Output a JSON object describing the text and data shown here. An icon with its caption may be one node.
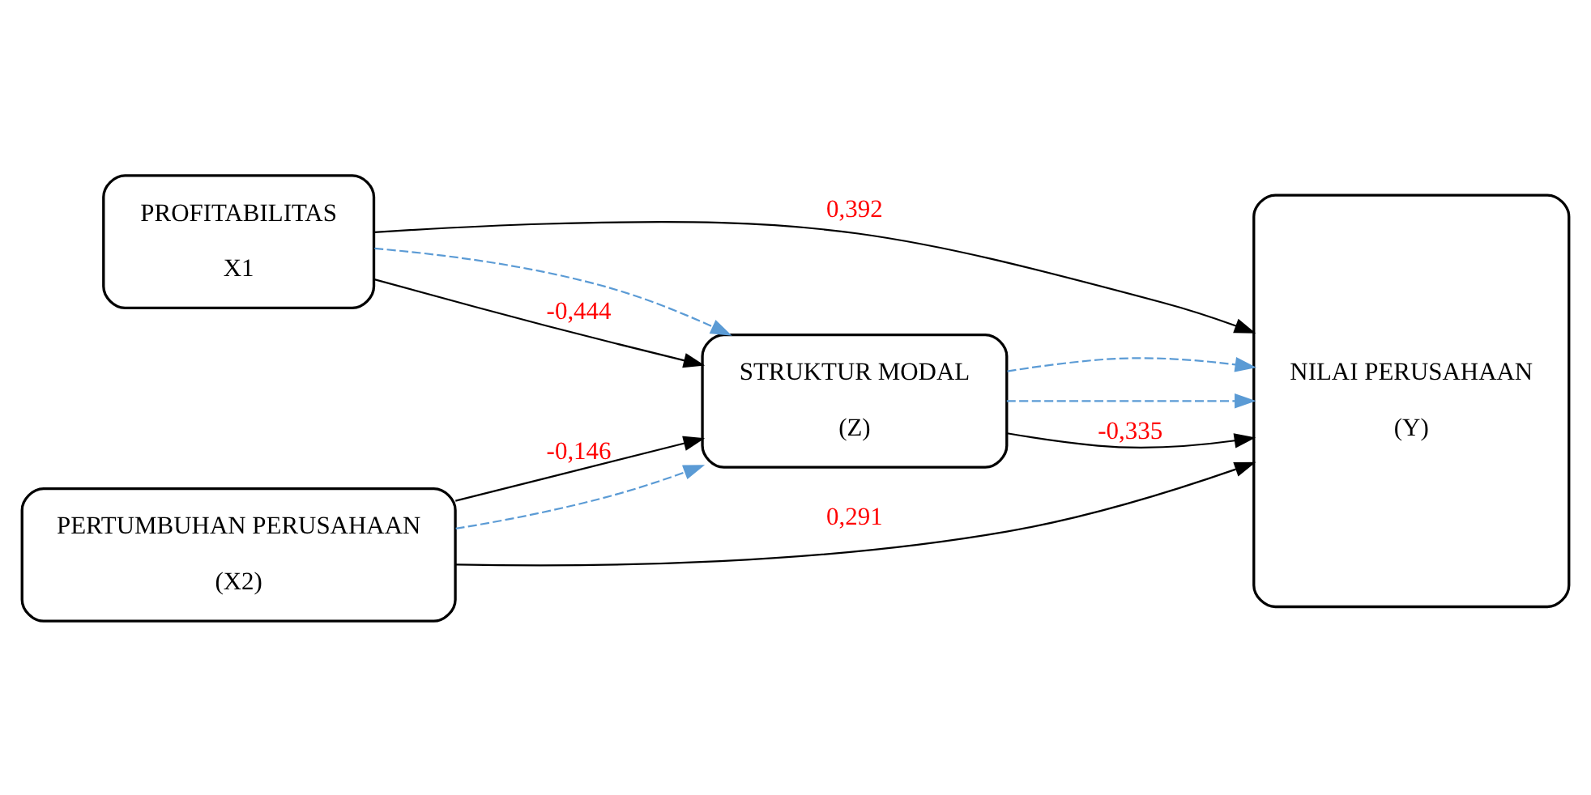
{
  "diagram": {
    "nodes": [
      {
        "text": [
          "PROFITABILITAS",
          "X1"
        ]
      },
      {
        "text": [
          "STRUKTUR MODAL",
          "(Z)"
        ]
      },
      {
        "text": [
          "NILAI PERUSAHAAN",
          "(Y)"
        ]
      },
      {
        "text": [
          "PERTUMBUHAN PERUSAHAAN",
          "(X2)"
        ]
      }
    ],
    "edges": [
      {
        "from": 0,
        "to": 2,
        "arrow": "to",
        "label": "0,392"
      },
      {
        "from": 0,
        "to": 1,
        "arrow": "to",
        "style": "dashed",
        "color": "#5b9bd5"
      },
      {
        "from": 1,
        "to": 2,
        "arrow": "to",
        "style": "dashed",
        "color": "#5b9bd5"
      },
      {
        "from": 0,
        "to": 1,
        "arrow": "to",
        "label": "-0,444"
      },
      {
        "from": 3,
        "to": 1,
        "arrow": "to",
        "label": "-0,146"
      },
      {
        "from": 1,
        "to": 2,
        "arrow": "to",
        "label": "-0,335"
      },
      {
        "from": 3,
        "to": 1,
        "arrow": "to",
        "style": "dashed",
        "color": "#5b9bd5"
      },
      {
        "from": 1,
        "to": 2,
        "arrow": "to",
        "style": "dashed",
        "color": "#5b9bd5"
      },
      {
        "from": 3,
        "to": 2,
        "arrow": "to",
        "label": "0,291"
      }
    ]
  }
}
